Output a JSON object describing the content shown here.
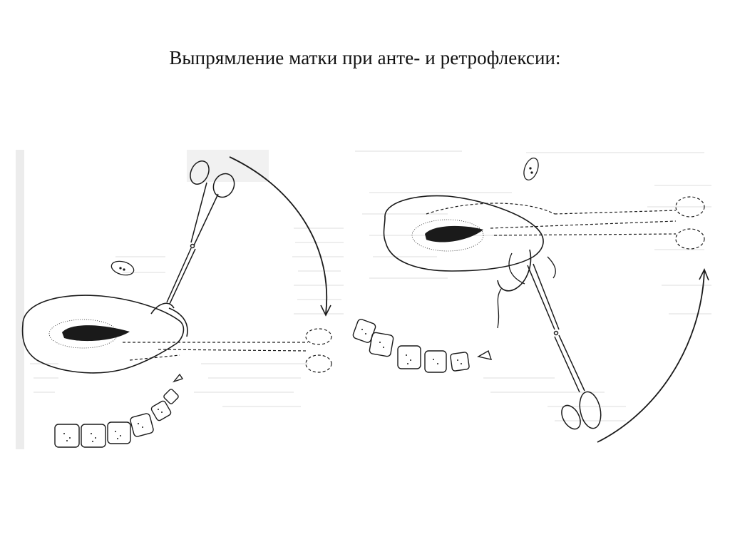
{
  "slide": {
    "title": "Выпрямление матки при анте- и ретрофлексии:"
  },
  "figures": [
    {
      "id": "anteflexion-figure",
      "instrument": "scissors-forceps-icon",
      "arrow": "curved-arrow-icon"
    },
    {
      "id": "retroflexion-figure",
      "instrument": "scissors-forceps-icon",
      "arrow": "curved-arrow-icon"
    }
  ],
  "colors": {
    "ink": "#1a1a1a",
    "background": "#ffffff",
    "paper_bleed": "#d8d8d8"
  }
}
